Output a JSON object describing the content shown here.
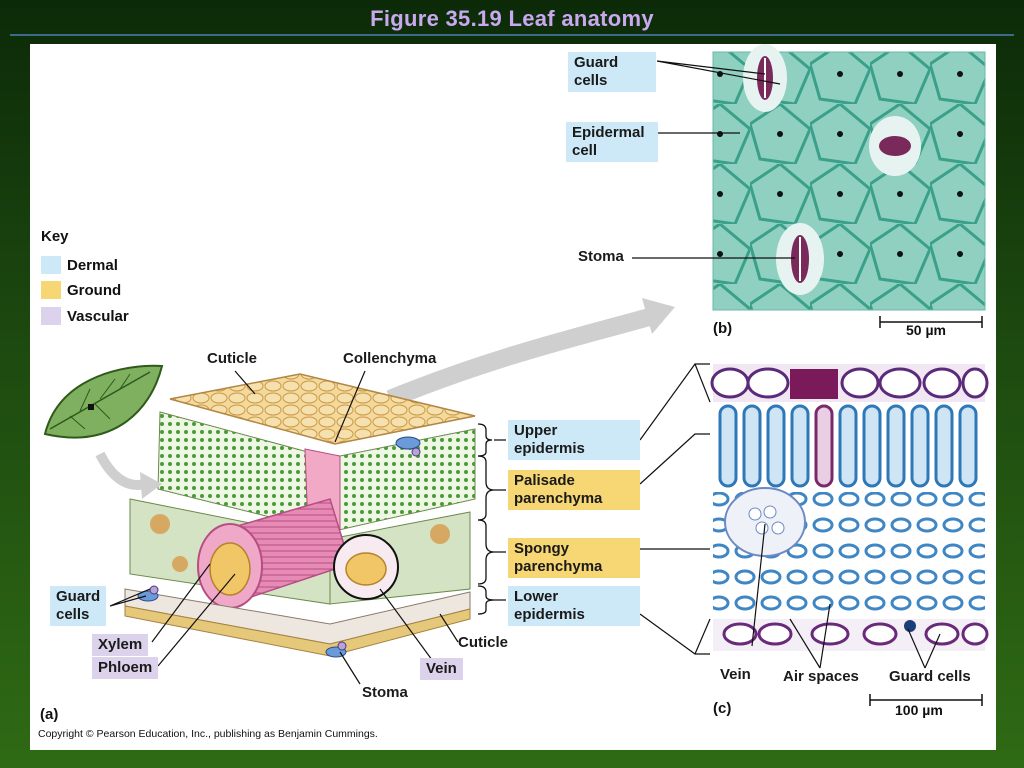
{
  "slide": {
    "title": "Figure 35.19  Leaf anatomy",
    "copyright": "Copyright © Pearson Education, Inc., publishing as Benjamin Cummings."
  },
  "key": {
    "title": "Key",
    "items": [
      {
        "label": "Dermal",
        "color": "#cde9f8"
      },
      {
        "label": "Ground",
        "color": "#f7d774"
      },
      {
        "label": "Vascular",
        "color": "#ddd2ec"
      }
    ]
  },
  "panel_a": {
    "letter": "(a)",
    "labels": {
      "cuticle_top": "Cuticle",
      "collenchyma": "Collenchyma",
      "guard_cells": "Guard\ncells",
      "xylem": "Xylem",
      "phloem": "Phloem",
      "cuticle_bottom": "Cuticle",
      "vein": "Vein",
      "stoma": "Stoma"
    }
  },
  "tissue_labels": {
    "upper_epidermis": "Upper\nepidermis",
    "palisade": "Palisade\nparenchyma",
    "spongy": "Spongy\nparenchyma",
    "lower_epidermis": "Lower\nepidermis"
  },
  "panel_b": {
    "letter": "(b)",
    "labels": {
      "guard_cells": "Guard\ncells",
      "epidermal_cell": "Epidermal\ncell",
      "stoma": "Stoma"
    },
    "scale": "50 µm"
  },
  "panel_c": {
    "letter": "(c)",
    "labels": {
      "vein": "Vein",
      "air_spaces": "Air spaces",
      "guard_cells": "Guard cells"
    },
    "scale": "100 µm"
  },
  "colors": {
    "title": "#c9a8f0",
    "micrograph_b": "#8fd0c0",
    "micrograph_c_stain": "#3f86c4",
    "pink_tissue": "#e58bb5",
    "green_cells": "#4a9a3a"
  }
}
